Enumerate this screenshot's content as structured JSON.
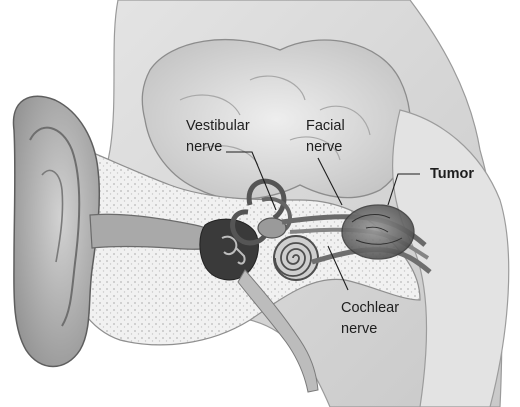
{
  "labels": {
    "vestibular_line1": "Vestibular",
    "vestibular_line2": "nerve",
    "facial_line1": "Facial",
    "facial_line2": "nerve",
    "tumor": "Tumor",
    "cochlear_line1": "Cochlear",
    "cochlear_line2": "nerve"
  }
}
